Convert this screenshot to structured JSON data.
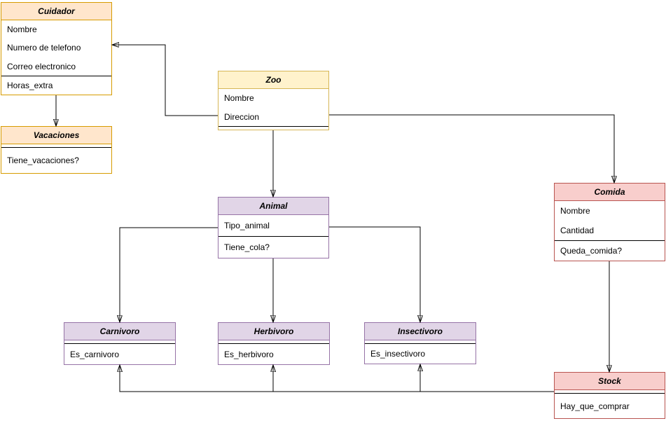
{
  "entities": {
    "cuidador": {
      "title": "Cuidador",
      "attributes": [
        "Nombre",
        "Numero de telefono",
        "Correo electronico",
        "Horas_extra"
      ],
      "color": "orange"
    },
    "vacaciones": {
      "title": "Vacaciones",
      "attributes": [
        "Tiene_vacaciones?"
      ],
      "color": "orange"
    },
    "zoo": {
      "title": "Zoo",
      "attributes": [
        "Nombre",
        "Direccion"
      ],
      "color": "yellow"
    },
    "animal": {
      "title": "Animal",
      "attributes": [
        "Tipo_animal",
        "Tiene_cola?"
      ],
      "color": "purple"
    },
    "comida": {
      "title": "Comida",
      "attributes": [
        "Nombre",
        "Cantidad",
        "Queda_comida?"
      ],
      "color": "red"
    },
    "carnivoro": {
      "title": "Carnivoro",
      "attributes": [
        "Es_carnivoro"
      ],
      "color": "purple"
    },
    "herbivoro": {
      "title": "Herbivoro",
      "attributes": [
        "Es_herbivoro"
      ],
      "color": "purple"
    },
    "insectivoro": {
      "title": "Insectivoro",
      "attributes": [
        "Es_insectivoro"
      ],
      "color": "purple"
    },
    "stock": {
      "title": "Stock",
      "attributes": [
        "Hay_que_comprar"
      ],
      "color": "red"
    }
  },
  "relations": [
    {
      "from": "Zoo",
      "to": "Cuidador"
    },
    {
      "from": "Cuidador",
      "to": "Vacaciones"
    },
    {
      "from": "Zoo",
      "to": "Animal"
    },
    {
      "from": "Zoo",
      "to": "Comida"
    },
    {
      "from": "Animal",
      "to": "Carnivoro"
    },
    {
      "from": "Animal",
      "to": "Herbivoro"
    },
    {
      "from": "Animal",
      "to": "Insectivoro"
    },
    {
      "from": "Comida",
      "to": "Stock"
    },
    {
      "from": "Stock",
      "to": "Carnivoro"
    },
    {
      "from": "Stock",
      "to": "Herbivoro"
    },
    {
      "from": "Stock",
      "to": "Insectivoro"
    }
  ],
  "palette": {
    "orange_fill": "#ffe6cc",
    "orange_stroke": "#d79b00",
    "yellow_fill": "#fff2cc",
    "yellow_stroke": "#d6b656",
    "purple_fill": "#e1d5e7",
    "purple_stroke": "#9673a6",
    "red_fill": "#f8cecc",
    "red_stroke": "#b85450",
    "edge_color": "#000000",
    "background": "#ffffff"
  }
}
